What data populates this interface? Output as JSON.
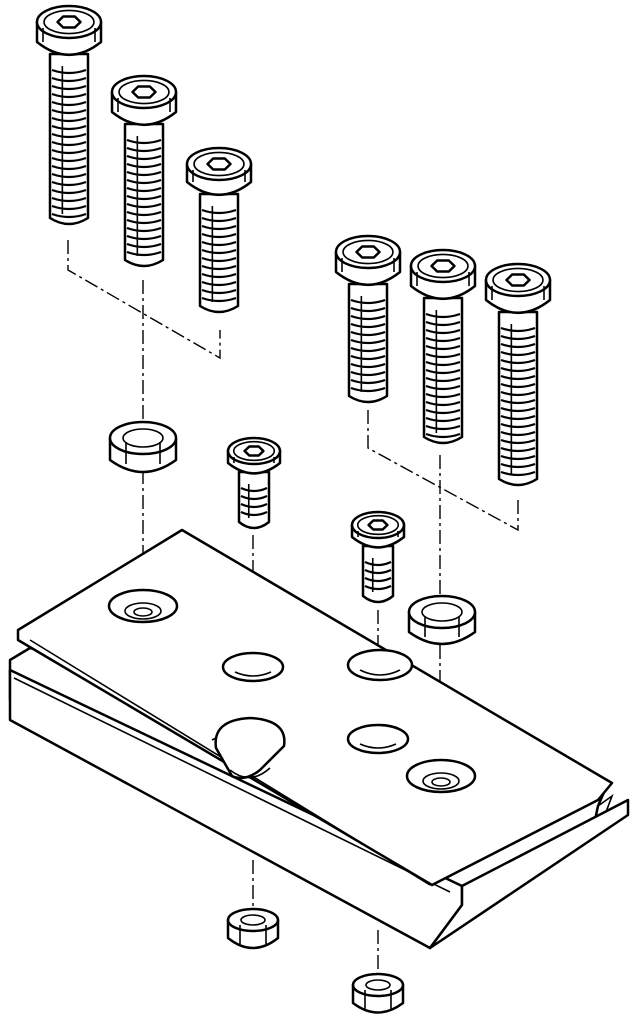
{
  "figure": {
    "background": "#ffffff",
    "line_color": "#000000",
    "parts": {
      "long_screws": 6,
      "short_screws": 2,
      "centering_sleeves": 2,
      "nuts": 2,
      "adapter_plate": 1
    }
  }
}
